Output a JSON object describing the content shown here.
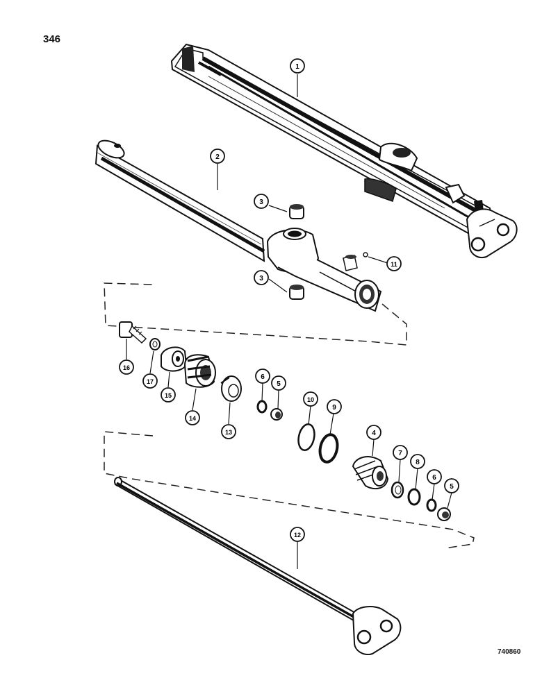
{
  "page": {
    "number": "346",
    "drawing_number": "740860"
  },
  "callouts": [
    {
      "label": "1"
    },
    {
      "label": "2"
    },
    {
      "label": "3"
    },
    {
      "label": "3"
    },
    {
      "label": "11"
    },
    {
      "label": "16"
    },
    {
      "label": "17"
    },
    {
      "label": "15"
    },
    {
      "label": "14"
    },
    {
      "label": "13"
    },
    {
      "label": "6"
    },
    {
      "label": "5"
    },
    {
      "label": "10"
    },
    {
      "label": "9"
    },
    {
      "label": "4"
    },
    {
      "label": "7"
    },
    {
      "label": "8"
    },
    {
      "label": "6"
    },
    {
      "label": "5"
    },
    {
      "label": "12"
    }
  ]
}
